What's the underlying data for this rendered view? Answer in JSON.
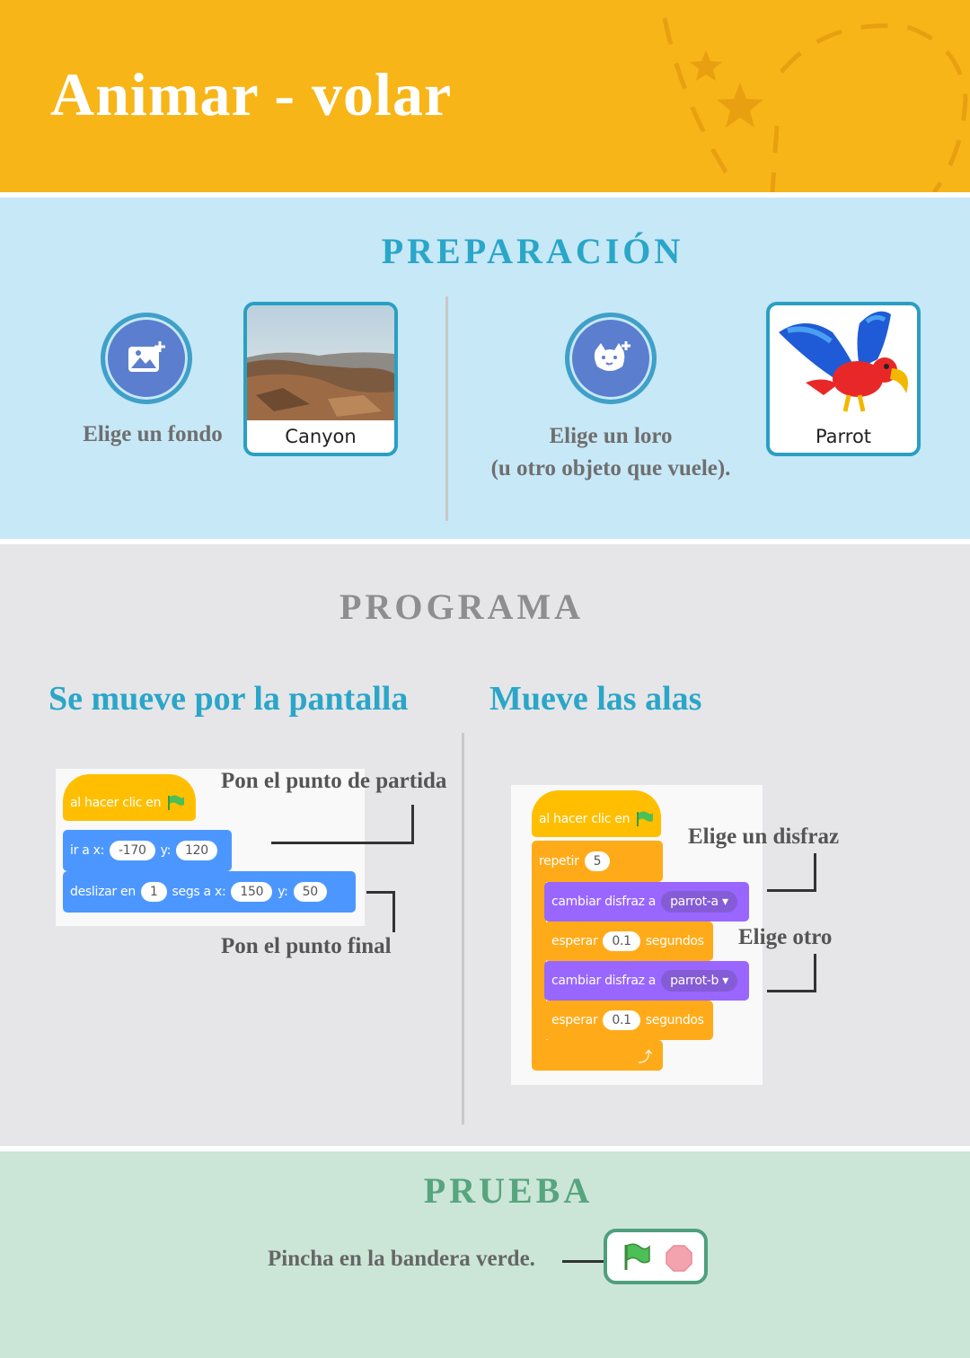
{
  "header": {
    "title": "Animar - volar"
  },
  "preparacion": {
    "title": "PREPARACIÓN",
    "left": {
      "label": "Elige un fondo",
      "thumb_caption": "Canyon",
      "icon": "choose-backdrop-icon"
    },
    "right": {
      "label_line1": "Elige un loro",
      "label_line2": "(u otro objeto que vuele).",
      "thumb_caption": "Parrot",
      "icon": "choose-sprite-icon"
    }
  },
  "programa": {
    "title": "PROGRAMA",
    "left": {
      "title": "Se mueve por la pantalla",
      "note_top": "Pon el punto de partida",
      "note_bottom": "Pon el punto final",
      "blocks": {
        "hat": "al hacer clic en",
        "goto_prefix": "ir a x:",
        "goto_x": "-170",
        "goto_y_label": "y:",
        "goto_y": "120",
        "glide_prefix": "deslizar en",
        "glide_secs": "1",
        "glide_mid": "segs a x:",
        "glide_x": "150",
        "glide_y_label": "y:",
        "glide_y": "50"
      }
    },
    "right": {
      "title": "Mueve las alas",
      "note_1": "Elige un disfraz",
      "note_2": "Elige otro",
      "blocks": {
        "hat": "al hacer clic en",
        "repeat": "repetir",
        "repeat_n": "5",
        "costume_label": "cambiar disfraz a",
        "costume_a": "parrot-a",
        "costume_b": "parrot-b",
        "wait": "esperar",
        "wait_secs": "0.1",
        "wait_unit": "segundos"
      }
    }
  },
  "prueba": {
    "title": "PRUEBA",
    "label": "Pincha en la bandera verde."
  },
  "colors": {
    "header_bg": "#F8B518",
    "prep_bg": "#C7E8F7",
    "prog_bg": "#E6E6E8",
    "test_bg": "#CBE6D6",
    "events_block": "#FFBF00",
    "motion_block": "#4C97FF",
    "looks_block": "#9966FF",
    "control_block": "#FFAB19"
  }
}
